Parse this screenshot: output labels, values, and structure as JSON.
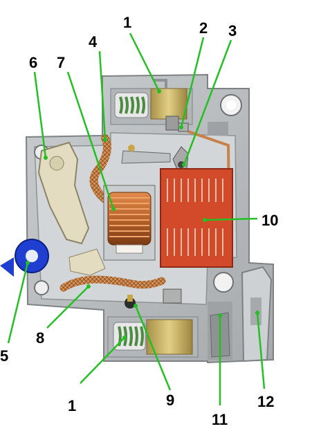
{
  "diagram": {
    "subject": "miniature circuit breaker, cover removed",
    "colors": {
      "housing": "#b9bdbf",
      "housing_shadow": "#8e9294",
      "terminal_brass": "#c9b46a",
      "spring_green": "#4f8a45",
      "coil_copper": "#b8642c",
      "arc_chute_red": "#d24a2a",
      "toggle_cream": "#e4dcc0",
      "indicator_blue": "#1f3fd0",
      "leader_green": "#22c022",
      "label": "#000000"
    },
    "callouts": [
      {
        "id": "top-terminal",
        "label": "1"
      },
      {
        "id": "fixed-contact",
        "label": "2"
      },
      {
        "id": "moving-contact",
        "label": "3"
      },
      {
        "id": "braided-wire-upper",
        "label": "4"
      },
      {
        "id": "indicator-dial",
        "label": "5"
      },
      {
        "id": "toggle-lever",
        "label": "6"
      },
      {
        "id": "solenoid-coil",
        "label": "7"
      },
      {
        "id": "braided-wire-lower",
        "label": "8"
      },
      {
        "id": "calibration-screw",
        "label": "9"
      },
      {
        "id": "arc-chute",
        "label": "10"
      },
      {
        "id": "gas-vent",
        "label": "11"
      },
      {
        "id": "din-rail-clip",
        "label": "12"
      },
      {
        "id": "bottom-terminal",
        "label": "1"
      }
    ]
  }
}
